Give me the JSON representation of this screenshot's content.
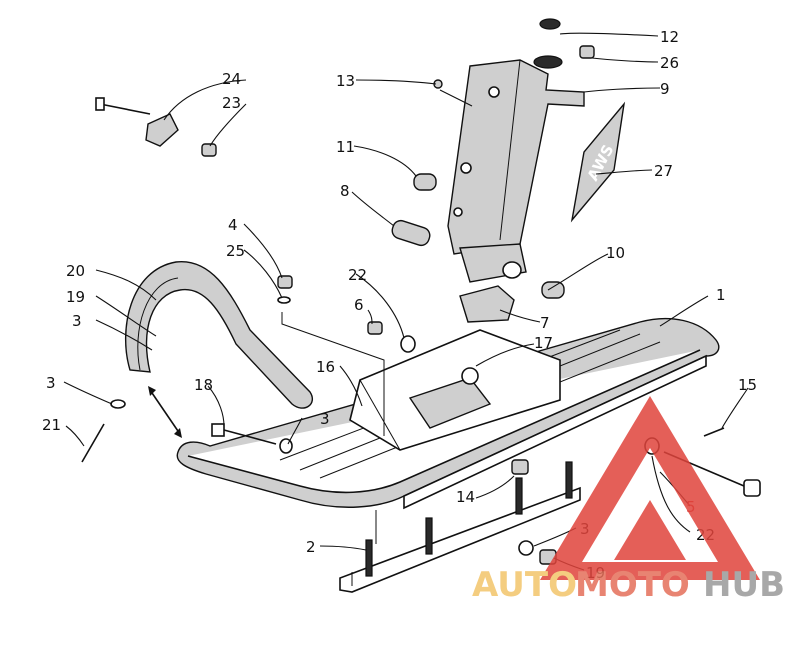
{
  "callouts": [
    {
      "id": "c1",
      "text": "1"
    },
    {
      "id": "c2",
      "text": "2"
    },
    {
      "id": "c3a",
      "text": "3"
    },
    {
      "id": "c3b",
      "text": "3"
    },
    {
      "id": "c3c",
      "text": "3"
    },
    {
      "id": "c3d",
      "text": "3"
    },
    {
      "id": "c4",
      "text": "4"
    },
    {
      "id": "c5",
      "text": "5"
    },
    {
      "id": "c6",
      "text": "6"
    },
    {
      "id": "c7",
      "text": "7"
    },
    {
      "id": "c8",
      "text": "8"
    },
    {
      "id": "c9",
      "text": "9"
    },
    {
      "id": "c10",
      "text": "10"
    },
    {
      "id": "c11",
      "text": "11"
    },
    {
      "id": "c12",
      "text": "12"
    },
    {
      "id": "c13",
      "text": "13"
    },
    {
      "id": "c14",
      "text": "14"
    },
    {
      "id": "c15",
      "text": "15"
    },
    {
      "id": "c16",
      "text": "16"
    },
    {
      "id": "c17",
      "text": "17"
    },
    {
      "id": "c18",
      "text": "18"
    },
    {
      "id": "c19a",
      "text": "19"
    },
    {
      "id": "c19b",
      "text": "19"
    },
    {
      "id": "c20",
      "text": "20"
    },
    {
      "id": "c21",
      "text": "21"
    },
    {
      "id": "c22a",
      "text": "22"
    },
    {
      "id": "c22b",
      "text": "22"
    },
    {
      "id": "c23",
      "text": "23"
    },
    {
      "id": "c24",
      "text": "24"
    },
    {
      "id": "c25",
      "text": "25"
    },
    {
      "id": "c26",
      "text": "26"
    },
    {
      "id": "c27",
      "text": "27"
    }
  ],
  "spindle_decal": "AWS",
  "watermark": {
    "part1": "AUTO",
    "part2": "MOTO",
    "part3": "HUB",
    "colors": {
      "part1": "#f3c56b",
      "part2": "#e46f5a",
      "part3": "#9a9a9a",
      "triangle": "#e0443c"
    }
  }
}
